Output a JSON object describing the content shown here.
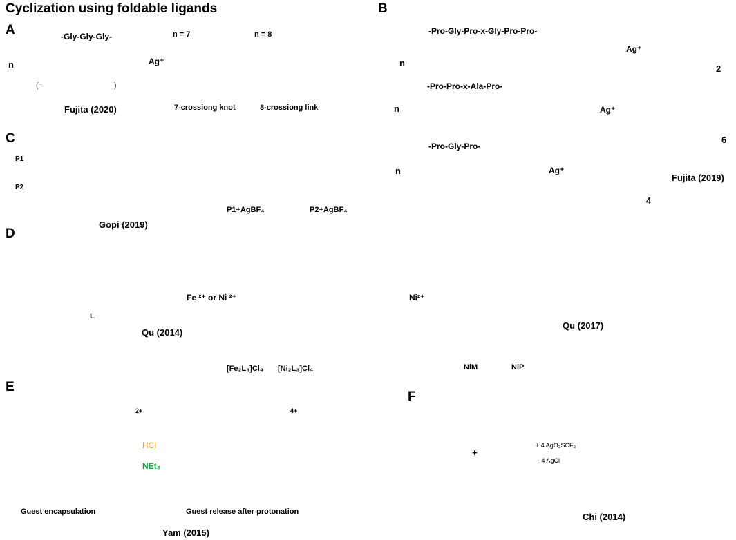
{
  "figure_title": "Cyclization using foldable ligands",
  "panels": {
    "A": {
      "label": "A",
      "sequence": "-Gly-Gly-Gly-",
      "n_label": "n",
      "reagent": "Ag⁺",
      "knot_n": "n = 7",
      "link_n": "n = 8",
      "knot_caption": "7-crossiong knot",
      "link_caption": "8-crossiong link",
      "citation": "Fujita (2020)",
      "equals": "(=",
      "close_paren": ")"
    },
    "B": {
      "label": "B",
      "seq1": "-Pro-Gly-Pro-x-Gly-Pro-Pro-",
      "seq2": "-Pro-Pro-x-Ala-Pro-",
      "seq3": "-Pro-Gly-Pro-",
      "n_label": "n",
      "reagent": "Ag⁺",
      "sub1": "2",
      "sub2": "6",
      "sub3": "4",
      "citation": "Fujita (2019)"
    },
    "C": {
      "label": "C",
      "p1": "P1",
      "p2": "P2",
      "cap1": "P1+AgBF₄",
      "cap2": "P2+AgBF₄",
      "citation": "Gopi (2019)"
    },
    "D": {
      "label": "D",
      "ligand": "L",
      "reagent1": "Fe ²⁺ or Ni ²⁺",
      "cap_fe": "[Fe₂L₃]Cl₄",
      "cap_ni": "[Ni₂L₃]Cl₄",
      "citation1": "Qu (2014)",
      "reagent2": "Ni²⁺",
      "cap_nim": "NiM",
      "cap_nip": "NiP",
      "citation2": "Qu (2017)"
    },
    "E": {
      "label": "E",
      "charge1": "2+",
      "charge2": "4+",
      "acid": "HCl",
      "base": "NEt₃",
      "cap1": "Guest encapsulation",
      "cap2": "Guest release after protonation",
      "citation": "Yam (2015)"
    },
    "F": {
      "label": "F",
      "plus": "+",
      "reagent_top": "+ 4 AgO₃SCF₃",
      "reagent_bottom": "- 4 AgCl",
      "citation": "Chi (2014)"
    }
  },
  "colors": {
    "knot_teal": "#7fc6c8",
    "link_purple": "#8b88c8",
    "ribbon": "#7b78cc",
    "teal_ball": "#1fb5a4",
    "yellow": "#c9c43a",
    "green": "#1aa33a",
    "red": "#d62020",
    "blue": "#1a2ad0",
    "orange": "#e8a020",
    "cyan_arrow": "#1ec8d8",
    "pink": "#e06070",
    "violet": "#5a4ad8"
  }
}
